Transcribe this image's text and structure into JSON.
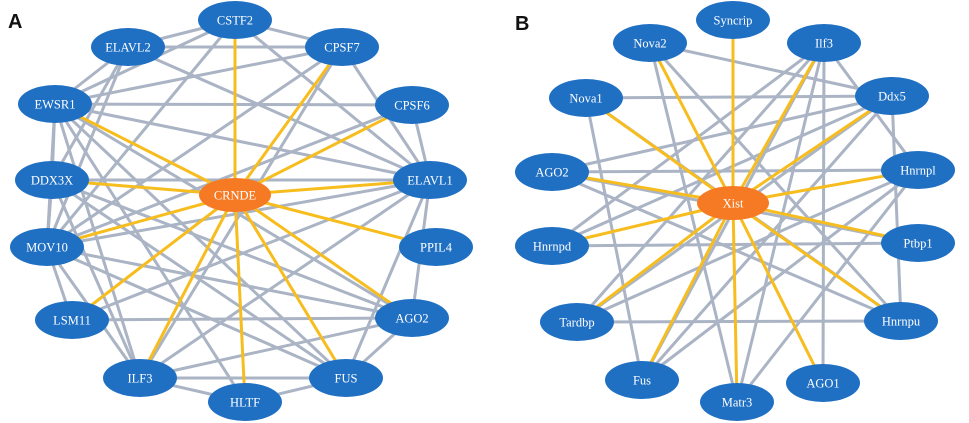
{
  "colors": {
    "node_fill": "#1f6fc3",
    "hub_fill": "#f57a23",
    "edge_gray": "#aab4c4",
    "edge_gold": "#f7bd1e"
  },
  "panels": [
    {
      "letter": "A",
      "hub": "CRNDE",
      "nodes": [
        "CSTF2",
        "CPSF7",
        "CPSF6",
        "ELAVL1",
        "PPIL4",
        "AGO2",
        "FUS",
        "HLTF",
        "ILF3",
        "LSM11",
        "MOV10",
        "DDX3X",
        "EWSR1",
        "ELAVL2"
      ],
      "hub_edges": [
        "CSTF2",
        "CPSF7",
        "CPSF6",
        "ELAVL1",
        "PPIL4",
        "AGO2",
        "FUS",
        "HLTF",
        "ILF3",
        "LSM11",
        "MOV10",
        "DDX3X",
        "EWSR1"
      ],
      "edges": [
        [
          "ELAVL2",
          "CSTF2"
        ],
        [
          "ELAVL2",
          "CPSF7"
        ],
        [
          "ELAVL2",
          "ELAVL1"
        ],
        [
          "ELAVL2",
          "DDX3X"
        ],
        [
          "ELAVL2",
          "MOV10"
        ],
        [
          "ELAVL2",
          "EWSR1"
        ],
        [
          "CSTF2",
          "EWSR1"
        ],
        [
          "CSTF2",
          "CPSF7"
        ],
        [
          "CSTF2",
          "ELAVL1"
        ],
        [
          "CSTF2",
          "MOV10"
        ],
        [
          "CPSF7",
          "EWSR1"
        ],
        [
          "CPSF7",
          "ELAVL1"
        ],
        [
          "CPSF7",
          "ILF3"
        ],
        [
          "CPSF7",
          "MOV10"
        ],
        [
          "CPSF6",
          "ELAVL1"
        ],
        [
          "CPSF6",
          "EWSR1"
        ],
        [
          "CPSF6",
          "MOV10"
        ],
        [
          "EWSR1",
          "ELAVL1"
        ],
        [
          "EWSR1",
          "AGO2"
        ],
        [
          "EWSR1",
          "FUS"
        ],
        [
          "EWSR1",
          "ILF3"
        ],
        [
          "EWSR1",
          "DDX3X"
        ],
        [
          "EWSR1",
          "MOV10"
        ],
        [
          "EWSR1",
          "HLTF"
        ],
        [
          "DDX3X",
          "ELAVL1"
        ],
        [
          "DDX3X",
          "FUS"
        ],
        [
          "DDX3X",
          "AGO2"
        ],
        [
          "DDX3X",
          "MOV10"
        ],
        [
          "DDX3X",
          "ILF3"
        ],
        [
          "MOV10",
          "ELAVL1"
        ],
        [
          "MOV10",
          "FUS"
        ],
        [
          "MOV10",
          "AGO2"
        ],
        [
          "MOV10",
          "ILF3"
        ],
        [
          "MOV10",
          "LSM11"
        ],
        [
          "ELAVL1",
          "FUS"
        ],
        [
          "ELAVL1",
          "AGO2"
        ],
        [
          "ELAVL1",
          "ILF3"
        ],
        [
          "ELAVL1",
          "LSM11"
        ],
        [
          "ILF3",
          "FUS"
        ],
        [
          "ILF3",
          "AGO2"
        ],
        [
          "HLTF",
          "FUS"
        ],
        [
          "AGO2",
          "FUS"
        ],
        [
          "ILF3",
          "HLTF"
        ],
        [
          "LSM11",
          "AGO2"
        ]
      ]
    },
    {
      "letter": "B",
      "hub": "Xist",
      "nodes": [
        "Syncrip",
        "Ilf3",
        "Ddx5",
        "Hnrnpl",
        "Ptbp1",
        "Hnrnpu",
        "AGO1",
        "Matr3",
        "Fus",
        "Tardbp",
        "Hnrnpd",
        "AGO2",
        "Nova1",
        "Nova2"
      ],
      "hub_edges": [
        "Syncrip",
        "Ilf3",
        "Ddx5",
        "Hnrnpl",
        "Ptbp1",
        "Hnrnpu",
        "AGO1",
        "Matr3",
        "Fus",
        "Tardbp",
        "Hnrnpd",
        "AGO2",
        "Nova1",
        "Nova2"
      ],
      "edges": [
        [
          "Nova2",
          "Ddx5"
        ],
        [
          "Nova2",
          "Matr3"
        ],
        [
          "Nova2",
          "Hnrnpu"
        ],
        [
          "Ilf3",
          "Hnrnpd"
        ],
        [
          "Ilf3",
          "AGO1"
        ],
        [
          "Ilf3",
          "Fus"
        ],
        [
          "Ilf3",
          "Tardbp"
        ],
        [
          "Ilf3",
          "Hnrnpl"
        ],
        [
          "Ilf3",
          "Matr3"
        ],
        [
          "Ddx5",
          "AGO2"
        ],
        [
          "Ddx5",
          "Hnrnpu"
        ],
        [
          "Ddx5",
          "Fus"
        ],
        [
          "Ddx5",
          "Hnrnpd"
        ],
        [
          "Ddx5",
          "Tardbp"
        ],
        [
          "Ddx5",
          "Nova1"
        ],
        [
          "Hnrnpl",
          "Fus"
        ],
        [
          "Hnrnpl",
          "Tardbp"
        ],
        [
          "Hnrnpl",
          "AGO2"
        ],
        [
          "Hnrnpl",
          "Matr3"
        ],
        [
          "AGO2",
          "Ptbp1"
        ],
        [
          "AGO2",
          "Hnrnpu"
        ],
        [
          "Nova1",
          "Hnrnpu"
        ],
        [
          "Nova1",
          "Fus"
        ],
        [
          "Hnrnpd",
          "Ptbp1"
        ],
        [
          "Tardbp",
          "Hnrnpu"
        ]
      ]
    }
  ]
}
